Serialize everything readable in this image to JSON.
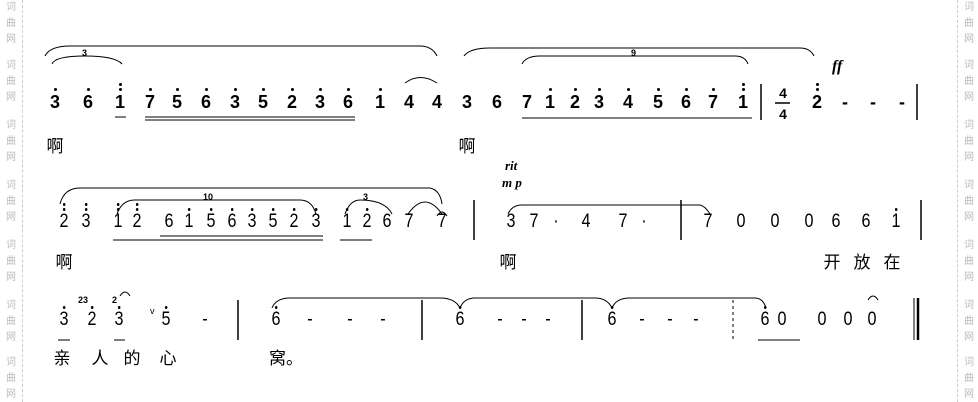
{
  "watermark": [
    "词",
    "曲",
    "网"
  ],
  "rows": [
    {
      "notes": [
        {
          "t": "3",
          "o": 1
        },
        {
          "t": "6",
          "o": 1
        },
        {
          "t": "1",
          "o": 2
        },
        {
          "t": "7",
          "o": 1
        },
        {
          "t": "5",
          "o": 1
        },
        {
          "t": "6",
          "o": 1
        },
        {
          "t": "3",
          "o": 1
        },
        {
          "t": "5",
          "o": 1
        },
        {
          "t": "2",
          "o": 1
        },
        {
          "t": "3",
          "o": 1
        },
        {
          "t": "6",
          "o": 1
        },
        {
          "t": "1",
          "o": 1
        },
        {
          "t": "4",
          "o": 0
        },
        {
          "t": "4",
          "o": 0
        },
        {
          "t": "3",
          "o": 0
        },
        {
          "t": "6",
          "o": 0
        },
        {
          "t": "7",
          "o": 0
        },
        {
          "t": "1",
          "o": 1
        },
        {
          "t": "2",
          "o": 1
        },
        {
          "t": "3",
          "o": 1
        },
        {
          "t": "4",
          "o": 1
        },
        {
          "t": "5",
          "o": 1
        },
        {
          "t": "6",
          "o": 1
        },
        {
          "t": "7",
          "o": 1
        },
        {
          "t": "1",
          "o": 2
        },
        {
          "t": "2",
          "o": 2
        },
        {
          "t": "-",
          "o": 0
        },
        {
          "t": "-",
          "o": 0
        },
        {
          "t": "-",
          "o": 0
        }
      ],
      "lyrics": [
        "啊",
        "啊"
      ]
    },
    {
      "notes": [
        {
          "t": "2",
          "o": 2
        },
        {
          "t": "3",
          "o": 2
        },
        {
          "t": "1",
          "o": 2
        },
        {
          "t": "2",
          "o": 2
        },
        {
          "t": "6",
          "o": 0
        },
        {
          "t": "1",
          "o": 1
        },
        {
          "t": "5",
          "o": 1
        },
        {
          "t": "6",
          "o": 1
        },
        {
          "t": "3",
          "o": 1
        },
        {
          "t": "5",
          "o": 1
        },
        {
          "t": "2",
          "o": 1
        },
        {
          "t": "3",
          "o": 1
        },
        {
          "t": "1",
          "o": 1
        },
        {
          "t": "2",
          "o": 1
        },
        {
          "t": "6",
          "o": 0
        },
        {
          "t": "7",
          "o": 0
        },
        {
          "t": "7",
          "o": 0
        },
        {
          "t": "3",
          "o": 0
        },
        {
          "t": "7",
          "o": 0
        },
        {
          "t": "·",
          "o": 0
        },
        {
          "t": "4",
          "o": 0
        },
        {
          "t": "7",
          "o": 0
        },
        {
          "t": "·",
          "o": 0
        },
        {
          "t": "7",
          "o": 0
        },
        {
          "t": "0",
          "o": 0
        },
        {
          "t": "0",
          "o": 0
        },
        {
          "t": "0",
          "o": 0
        },
        {
          "t": "6",
          "o": 0
        },
        {
          "t": "6",
          "o": 0
        },
        {
          "t": "1",
          "o": 1
        }
      ],
      "lyrics": [
        "啊",
        "啊",
        "开",
        "放",
        "在"
      ]
    },
    {
      "notes": [
        {
          "t": "3",
          "o": 1
        },
        {
          "t": "2",
          "o": 1
        },
        {
          "t": "3",
          "o": 1
        },
        {
          "t": "5",
          "o": 1
        },
        {
          "t": "-",
          "o": 0
        },
        {
          "t": "6",
          "o": 1
        },
        {
          "t": "-",
          "o": 0
        },
        {
          "t": "-",
          "o": 0
        },
        {
          "t": "-",
          "o": 0
        },
        {
          "t": "6",
          "o": 1
        },
        {
          "t": "-",
          "o": 0
        },
        {
          "t": "-",
          "o": 0
        },
        {
          "t": "-",
          "o": 0
        },
        {
          "t": "6",
          "o": 1
        },
        {
          "t": "-",
          "o": 0
        },
        {
          "t": "-",
          "o": 0
        },
        {
          "t": "-",
          "o": 0
        },
        {
          "t": "6",
          "o": 1
        },
        {
          "t": "0",
          "o": 0
        },
        {
          "t": "0",
          "o": 0
        },
        {
          "t": "0",
          "o": 0
        },
        {
          "t": "0",
          "o": 0
        }
      ],
      "lyrics": [
        "亲",
        "人",
        "的",
        "心",
        "窝。"
      ]
    }
  ],
  "marks": {
    "ff": "ff",
    "rit": "rit",
    "mp": "m p",
    "tuplet_3a": "3",
    "tuplet_9": "9",
    "tuplet_10": "10",
    "tuplet_3b": "3",
    "time_sig_top": "4",
    "time_sig_bottom": "4",
    "grace_23": "23",
    "grace_2": "2",
    "breath": "v"
  }
}
